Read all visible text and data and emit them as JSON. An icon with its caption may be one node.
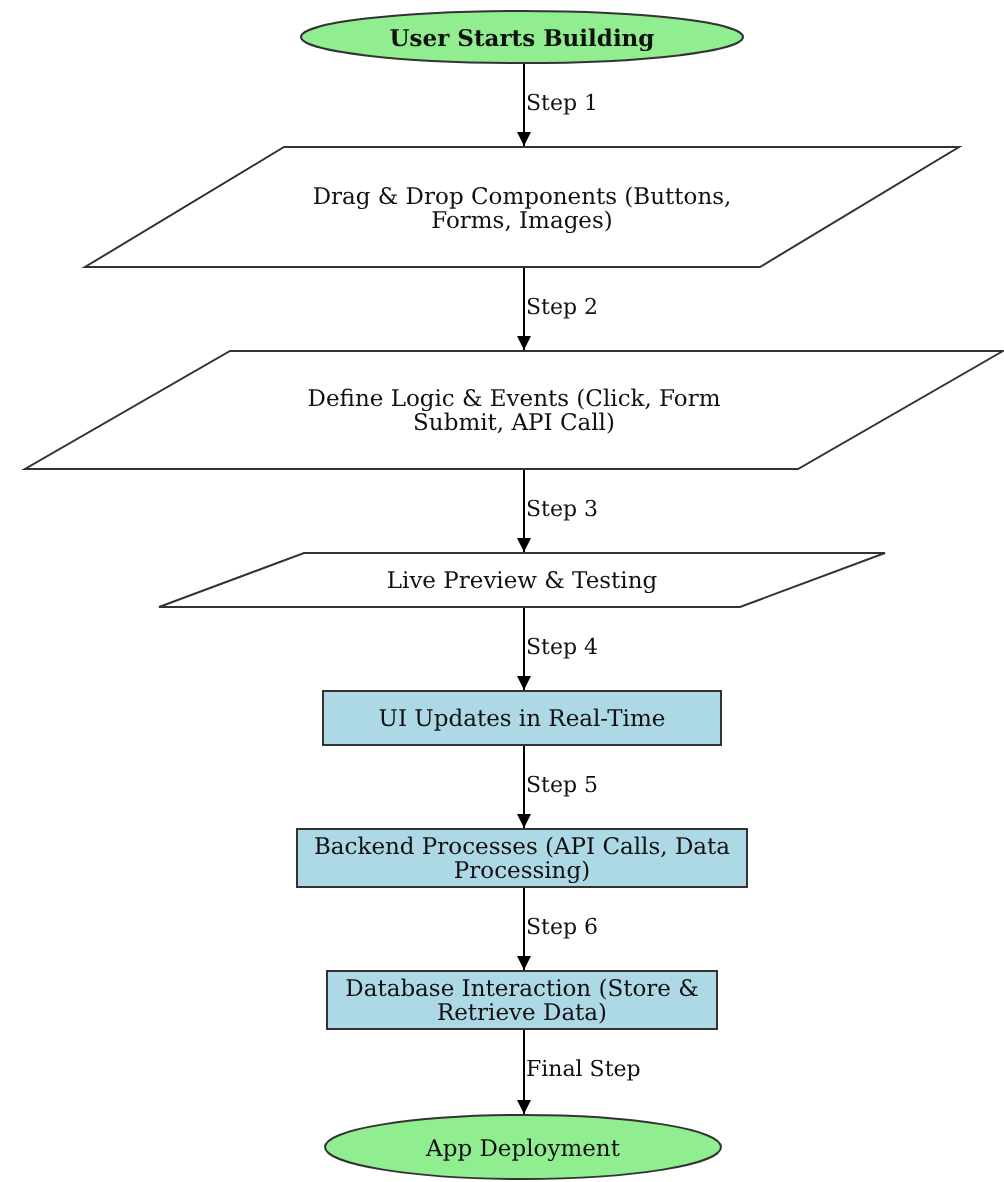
{
  "diagram": {
    "nodes": [
      {
        "text": [
          "User Starts Building"
        ]
      },
      {
        "text": [
          "Drag & Drop Components (Buttons, Forms, Images)"
        ]
      },
      {
        "text": [
          "Define Logic & Events (Click, Form Submit, API Call)"
        ]
      },
      {
        "text": [
          "Live Preview & Testing"
        ]
      },
      {
        "text": [
          "UI Updates in Real-Time"
        ]
      },
      {
        "text": [
          "Backend Processes (API Calls, Data Processing)"
        ]
      },
      {
        "text": [
          "Database Interaction (Store & Retrieve Data)"
        ]
      },
      {
        "text": [
          "App Deployment"
        ]
      }
    ],
    "edges": [
      {
        "from": 0,
        "to": 1,
        "arrow": "to",
        "label": "Step 1"
      },
      {
        "from": 1,
        "to": 2,
        "arrow": "to",
        "label": "Step 2"
      },
      {
        "from": 2,
        "to": 3,
        "arrow": "to",
        "label": "Step 3"
      },
      {
        "from": 3,
        "to": 4,
        "arrow": "to",
        "label": "Step 4"
      },
      {
        "from": 4,
        "to": 5,
        "arrow": "to",
        "label": "Step 5"
      },
      {
        "from": 5,
        "to": 6,
        "arrow": "to",
        "label": "Step 6"
      },
      {
        "from": 6,
        "to": 7,
        "arrow": "to",
        "label": "Final Step"
      }
    ]
  }
}
